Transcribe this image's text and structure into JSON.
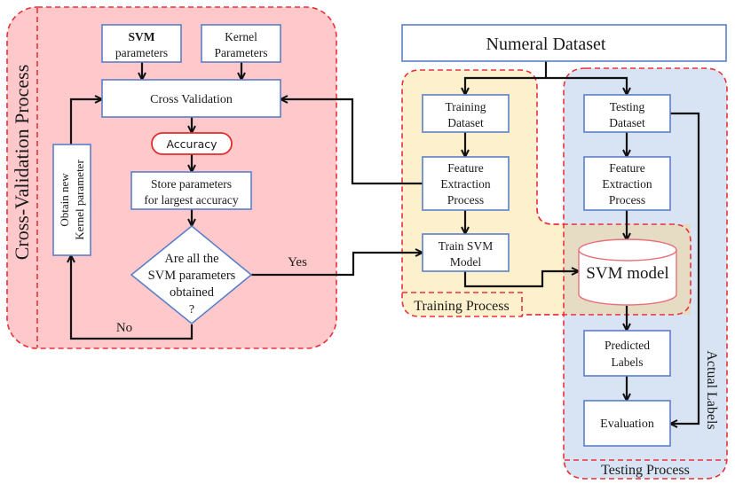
{
  "colors": {
    "cross_validation_panel": "#ffc9cc",
    "training_panel": "#fdf0cc",
    "testing_panel": "#d8e3f3",
    "overlap_panel": "#e5dcc3",
    "box_border": "#5b7fc7",
    "dashed_border": "#e8323a",
    "accuracy_border": "#e02c2c",
    "cylinder_border": "#e8707a"
  },
  "panels": {
    "cross_validation": {
      "label": "Cross-Validation Process"
    },
    "training": {
      "label": "Training Process"
    },
    "testing": {
      "label": "Testing Process"
    }
  },
  "nodes": {
    "svm_parameters": [
      "SVM",
      "parameters"
    ],
    "kernel_parameters": [
      "Kernel",
      "Parameters"
    ],
    "cross_validation": [
      "Cross Validation"
    ],
    "accuracy": [
      "Accuracy"
    ],
    "store_parameters": [
      "Store parameters",
      "for largest accuracy"
    ],
    "decision": [
      "Are all the",
      "SVM parameters",
      "obtained",
      "?"
    ],
    "obtain_new_kernel": [
      "Obtain new",
      "Kernel parameter"
    ],
    "numeral_dataset": [
      "Numeral Dataset"
    ],
    "training_dataset": [
      "Training",
      "Dataset"
    ],
    "train_feature_extraction": [
      "Feature",
      "Extraction",
      "Process"
    ],
    "train_svm_model": [
      "Train SVM",
      "Model"
    ],
    "testing_dataset": [
      "Testing",
      "Dataset"
    ],
    "test_feature_extraction": [
      "Feature",
      "Extraction",
      "Process"
    ],
    "svm_model": [
      "SVM model"
    ],
    "predicted_labels": [
      "Predicted",
      "Labels"
    ],
    "evaluation": [
      "Evaluation"
    ]
  },
  "edge_labels": {
    "yes": "Yes",
    "no": "No",
    "actual_labels": "Actual Labels"
  }
}
